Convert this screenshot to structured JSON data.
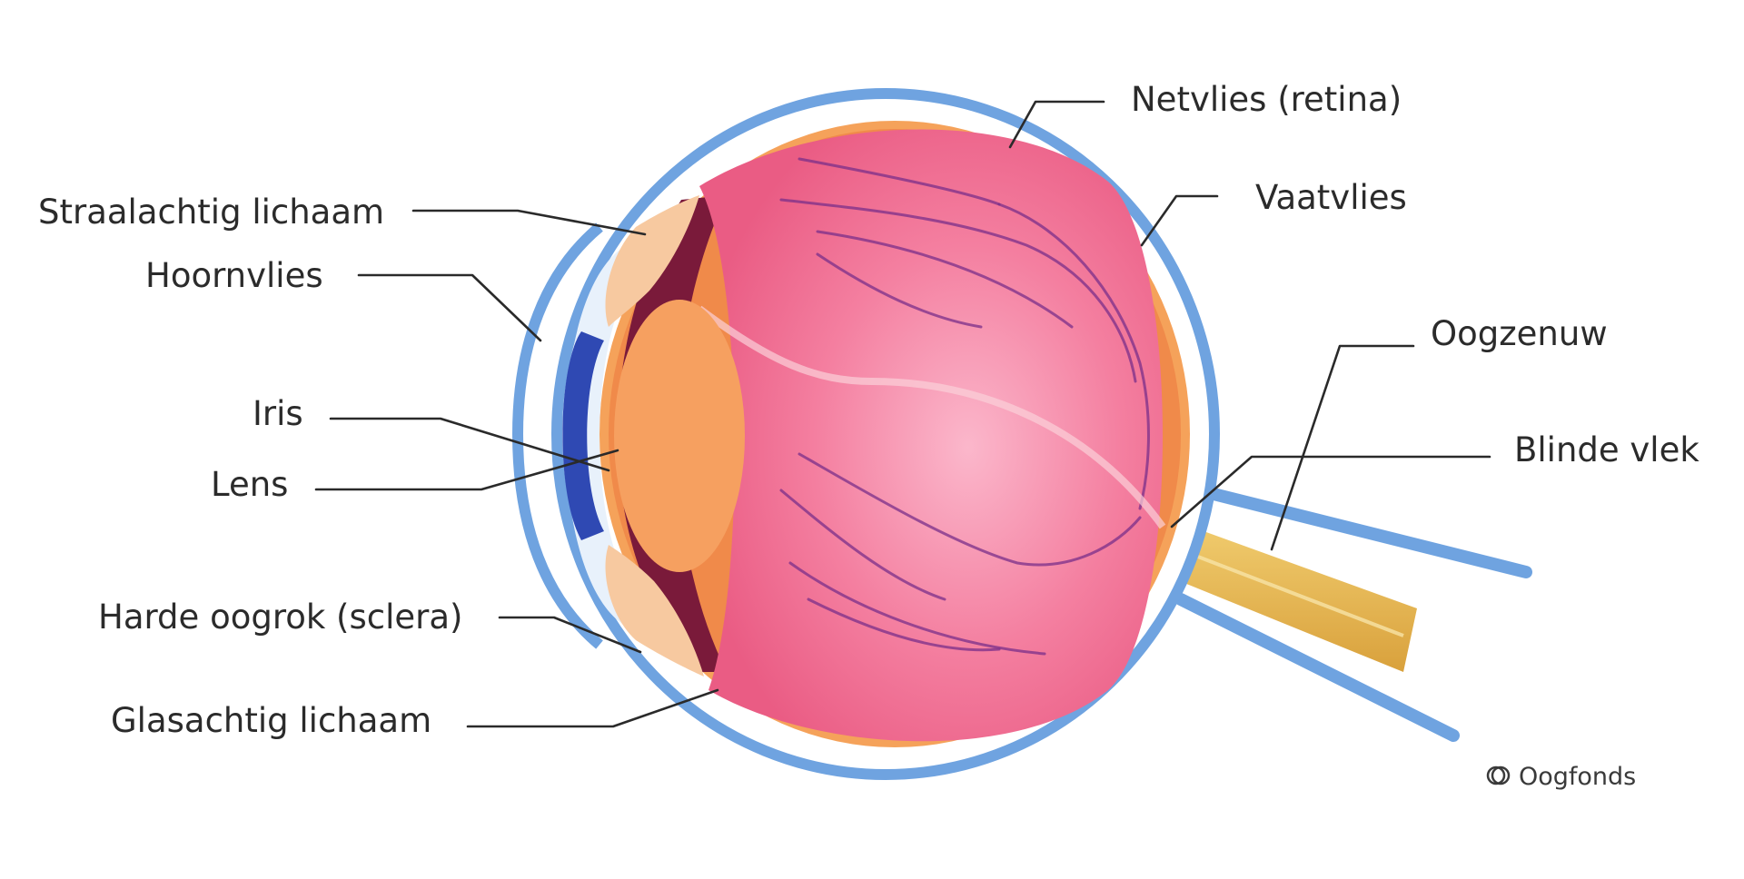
{
  "labels": {
    "netvlies": "Netvlies (retina)",
    "vaatvlies": "Vaatvlies",
    "straalachtig": "Straalachtig lichaam",
    "hoornvlies": "Hoornvlies",
    "oogzenuw": "Oogzenuw",
    "iris": "Iris",
    "lens": "Lens",
    "blinde_vlek": "Blinde vlek",
    "sclera": "Harde oogrok (sclera)",
    "glasachtig": "Glasachtig lichaam"
  },
  "credit": "Oogfonds",
  "colors": {
    "sclera": "#6fa3e0",
    "vitreous": "#f06c90",
    "vitreous_light": "#fbb7cb",
    "retina_rim": "#f08a4a",
    "lens": "#f6a060",
    "iris": "#2f49b3",
    "ciliary": "#f7c9a0",
    "choroid_dark": "#7a1a3a",
    "optic_nerve": "#e5b34f",
    "vessels": "#7a2f8a"
  }
}
